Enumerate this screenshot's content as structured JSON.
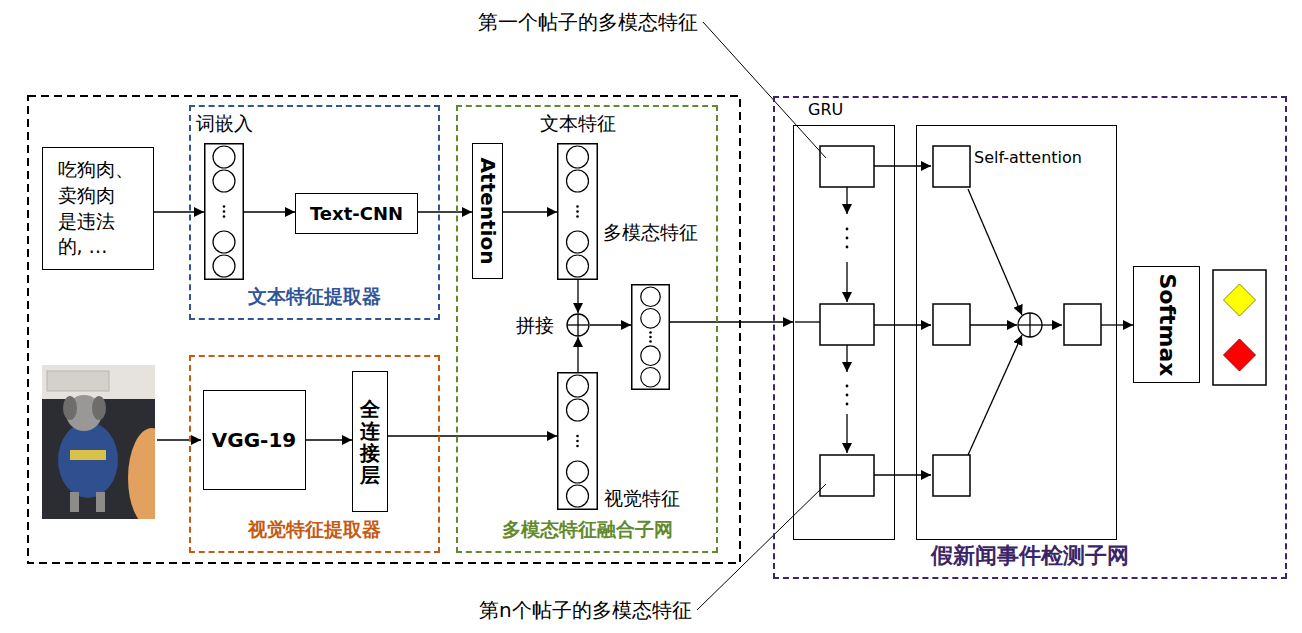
{
  "diagram": {
    "nodes": [
      {
        "text": [
          "吃狗肉、 卖狗肉 是违法 的, …"
        ]
      },
      {
        "text": [
          "文本特征提取器"
        ]
      },
      {
        "text": [
          "词嵌入"
        ],
        "in": 1
      },
      {
        "text": [
          "Text-CNN"
        ],
        "in": 1
      },
      {
        "text": [
          "视觉特征提取器"
        ]
      },
      {
        "text": [
          "VGG-19"
        ],
        "in": 4
      },
      {
        "text": [
          "全连接层"
        ],
        "in": 4
      },
      {
        "text": [
          "多模态特征融合子网"
        ]
      },
      {
        "text": [
          "Attention"
        ],
        "in": 7
      },
      {
        "text": [
          "文本特征"
        ],
        "in": 7
      },
      {
        "text": [
          "拼接"
        ],
        "in": 7
      },
      {
        "text": [
          "视觉特征"
        ],
        "in": 7
      },
      {
        "text": [
          "多模态特征"
        ],
        "in": 7
      },
      {
        "text": [
          "假新闻事件检测子网"
        ]
      },
      {
        "text": [
          "GRU"
        ],
        "in": 13
      },
      {
        "text": [
          "Self-attention"
        ],
        "in": 13
      },
      {
        "text": [
          "Softmax"
        ],
        "in": 13
      }
    ],
    "edges": [
      {
        "from": 0,
        "to": 2,
        "arrow": "to"
      },
      {
        "from": 2,
        "to": 3,
        "arrow": "to"
      },
      {
        "from": 3,
        "to": 8,
        "arrow": "to"
      },
      {
        "from": 8,
        "to": 9,
        "arrow": "to"
      },
      {
        "from": 9,
        "to": 10,
        "arrow": "to"
      },
      {
        "from": 11,
        "to": 10,
        "arrow": "to"
      },
      {
        "from": 10,
        "to": 12,
        "arrow": "to"
      },
      {
        "from": 5,
        "to": 6,
        "arrow": "to"
      },
      {
        "from": 6,
        "to": 11,
        "arrow": "to"
      },
      {
        "from": 12,
        "to": 14,
        "arrow": "to"
      },
      {
        "from": 15,
        "to": 16,
        "arrow": "to"
      }
    ],
    "labels": [
      "第一个帖子的多模态特征",
      "第n个帖子的多模态特征"
    ]
  }
}
